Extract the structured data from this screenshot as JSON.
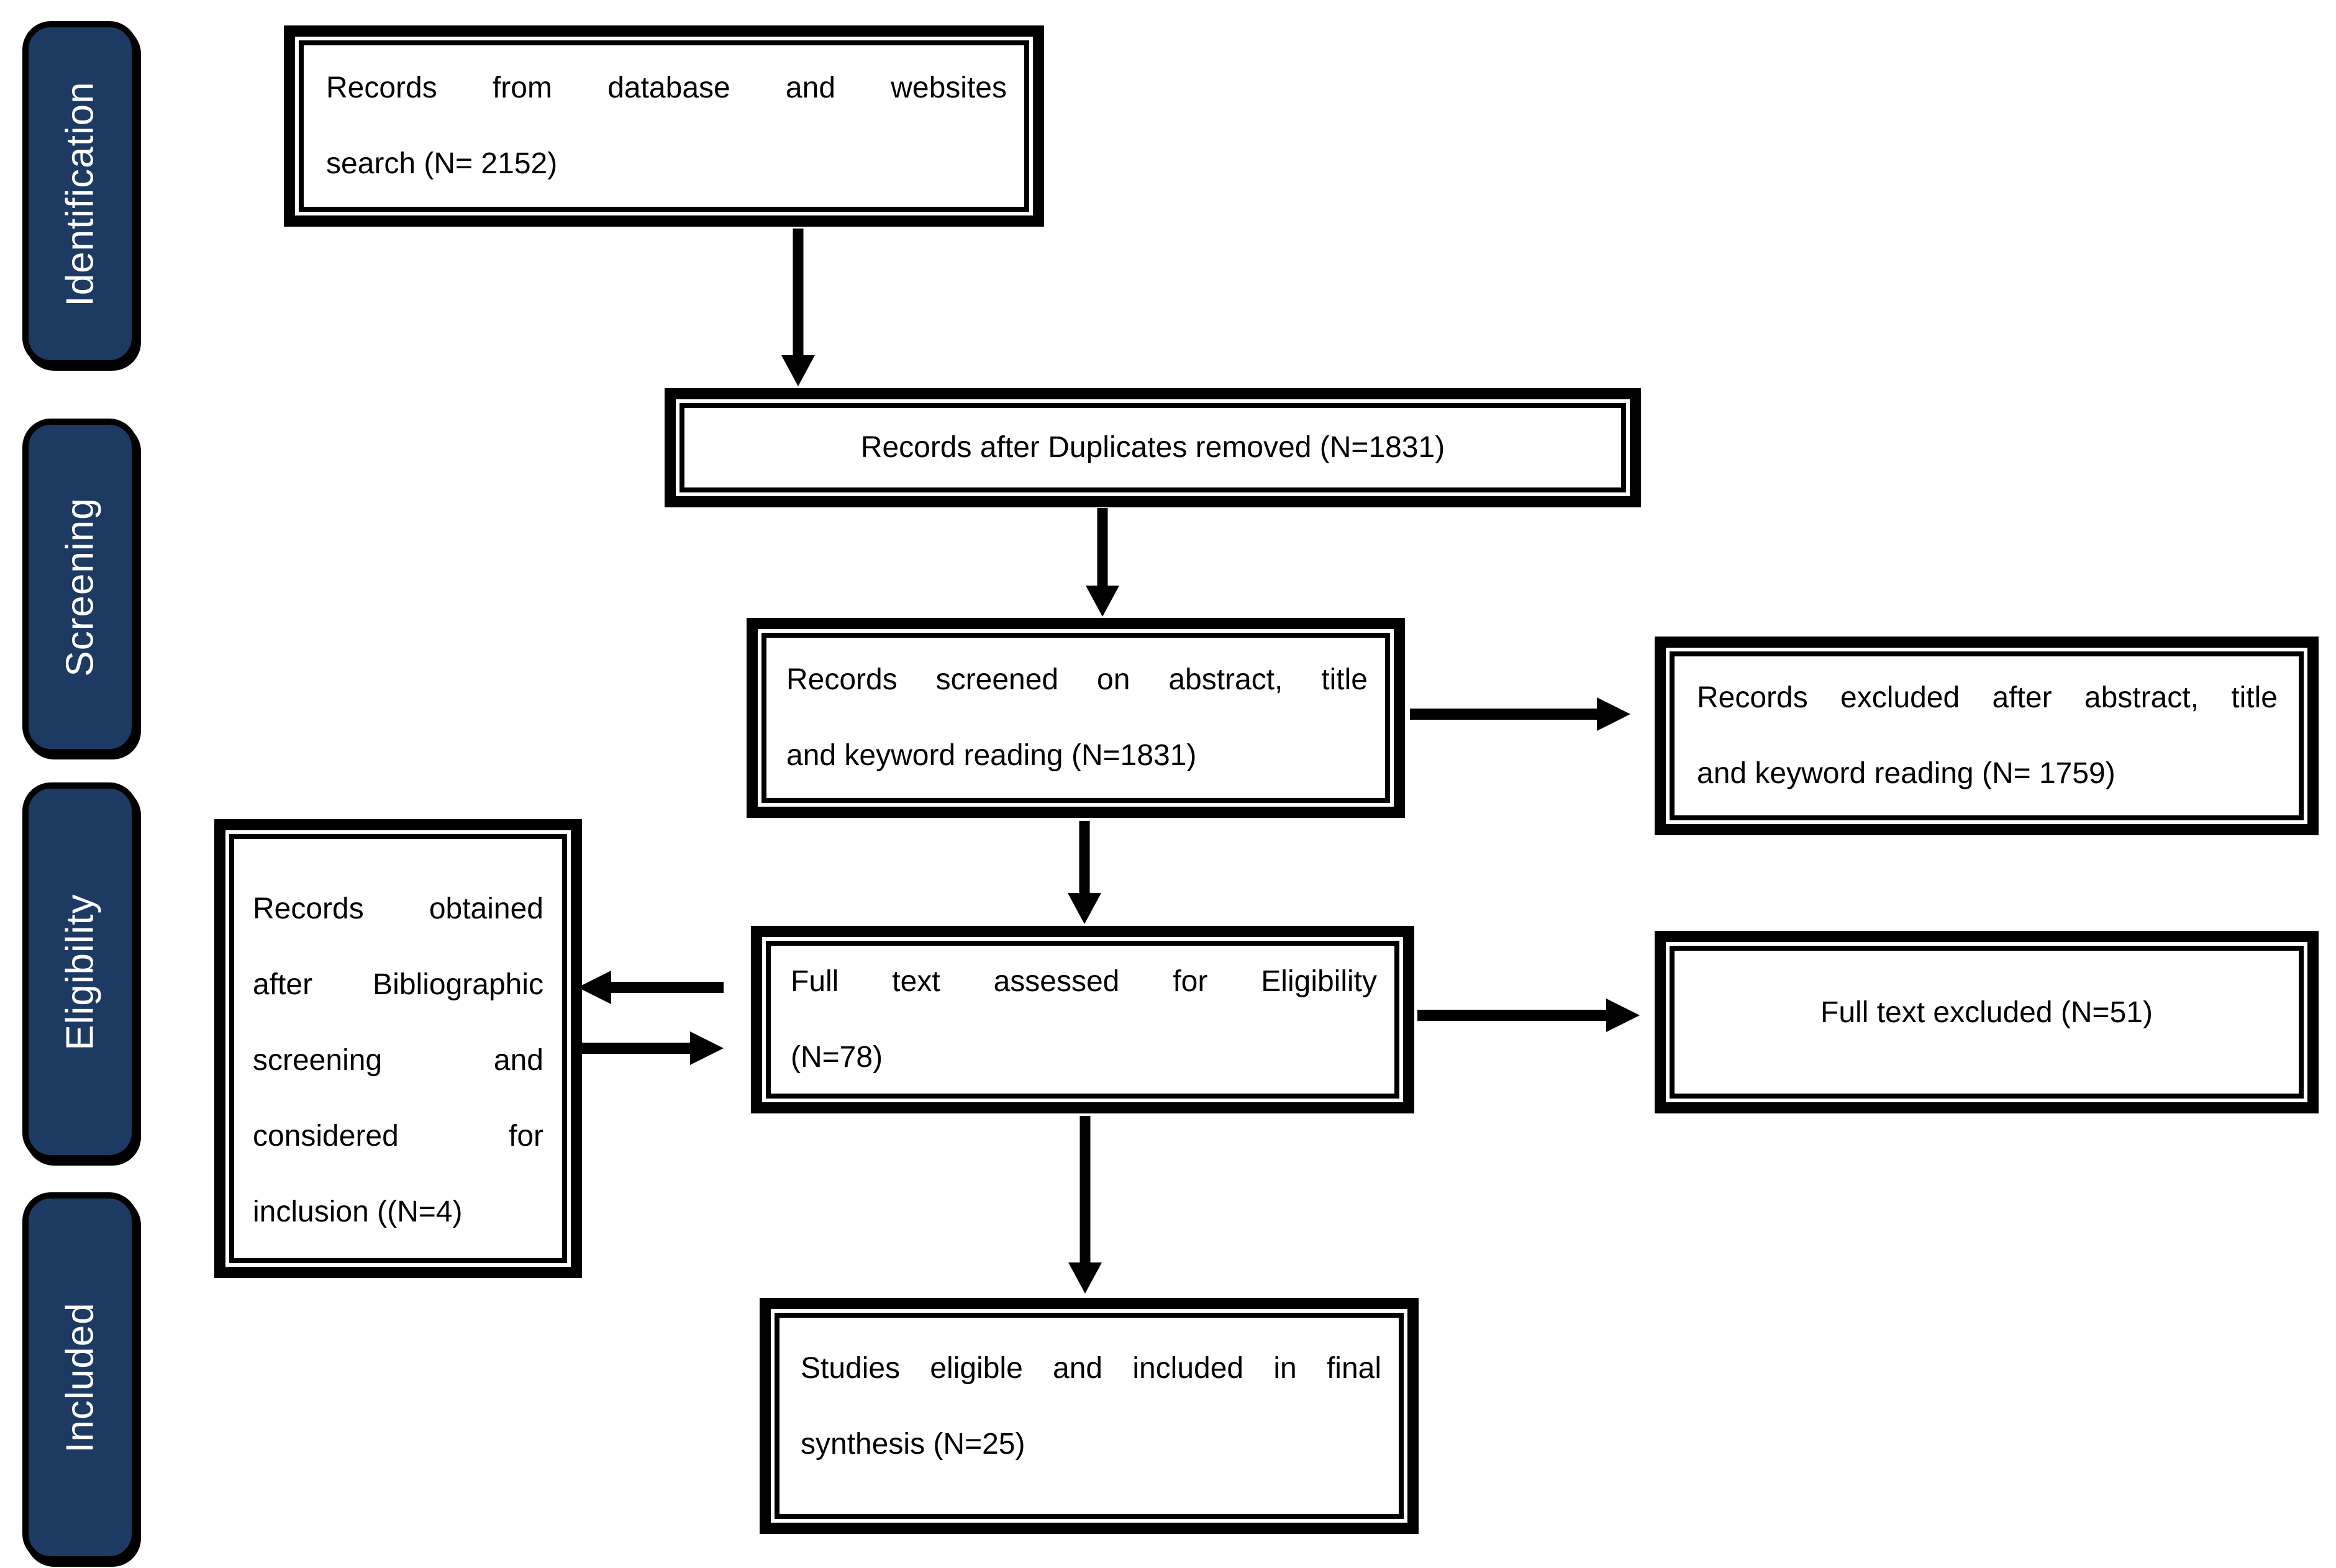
{
  "colors": {
    "stage_fill": "#1d3a63",
    "stage_text": "#ffffff",
    "box_fill": "#ffffff",
    "line_color": "#000000",
    "text_color": "#000000",
    "background": "#ffffff"
  },
  "stages": [
    {
      "id": "identification",
      "label": "Identification"
    },
    {
      "id": "screening",
      "label": "Screening"
    },
    {
      "id": "eligibility",
      "label": "Eligibility"
    },
    {
      "id": "included",
      "label": "Included"
    }
  ],
  "boxes": [
    {
      "id": "records-search",
      "n": 2152,
      "text": "Records from database and websites search (N= 2152)",
      "lines": [
        "Records from database and websites",
        "search (N= 2152)"
      ]
    },
    {
      "id": "duplicates-removed",
      "n": 1831,
      "text": "Records after Duplicates removed (N=1831)",
      "lines": [
        "Records after Duplicates removed (N=1831)"
      ]
    },
    {
      "id": "records-screened",
      "n": 1831,
      "text": "Records screened on abstract, title and keyword reading (N=1831)",
      "lines": [
        "Records screened on abstract, title",
        "and keyword reading (N=1831)"
      ]
    },
    {
      "id": "records-excluded",
      "n": 1759,
      "text": "Records excluded after abstract, title and keyword reading (N= 1759)",
      "lines": [
        "Records excluded after abstract, title",
        "and keyword reading (N= 1759)"
      ]
    },
    {
      "id": "bibliographic-records",
      "n": 4,
      "text": "Records obtained after Bibliographic screening and considered for inclusion ((N=4)",
      "lines": [
        "Records obtained",
        "after Bibliographic",
        "screening and",
        "considered for",
        "inclusion ((N=4)"
      ]
    },
    {
      "id": "fulltext-assessed",
      "n": 78,
      "text": "Full text assessed for Eligibility (N=78)",
      "lines": [
        "Full text assessed for Eligibility",
        "(N=78)"
      ]
    },
    {
      "id": "fulltext-excluded",
      "n": 51,
      "text": "Full text excluded (N=51)",
      "lines": [
        "Full text excluded (N=51)"
      ]
    },
    {
      "id": "final-synthesis",
      "n": 25,
      "text": "Studies eligible and included in final synthesis (N=25)",
      "lines": [
        "Studies eligible and included in final",
        "synthesis (N=25)"
      ]
    }
  ],
  "connections": [
    {
      "from": "records-search",
      "to": "duplicates-removed",
      "direction": "down"
    },
    {
      "from": "duplicates-removed",
      "to": "records-screened",
      "direction": "down"
    },
    {
      "from": "records-screened",
      "to": "records-excluded",
      "direction": "right"
    },
    {
      "from": "records-screened",
      "to": "fulltext-assessed",
      "direction": "down"
    },
    {
      "from": "fulltext-assessed",
      "to": "bibliographic-records",
      "direction": "left"
    },
    {
      "from": "bibliographic-records",
      "to": "fulltext-assessed",
      "direction": "right"
    },
    {
      "from": "fulltext-assessed",
      "to": "fulltext-excluded",
      "direction": "right"
    },
    {
      "from": "fulltext-assessed",
      "to": "final-synthesis",
      "direction": "down"
    }
  ]
}
